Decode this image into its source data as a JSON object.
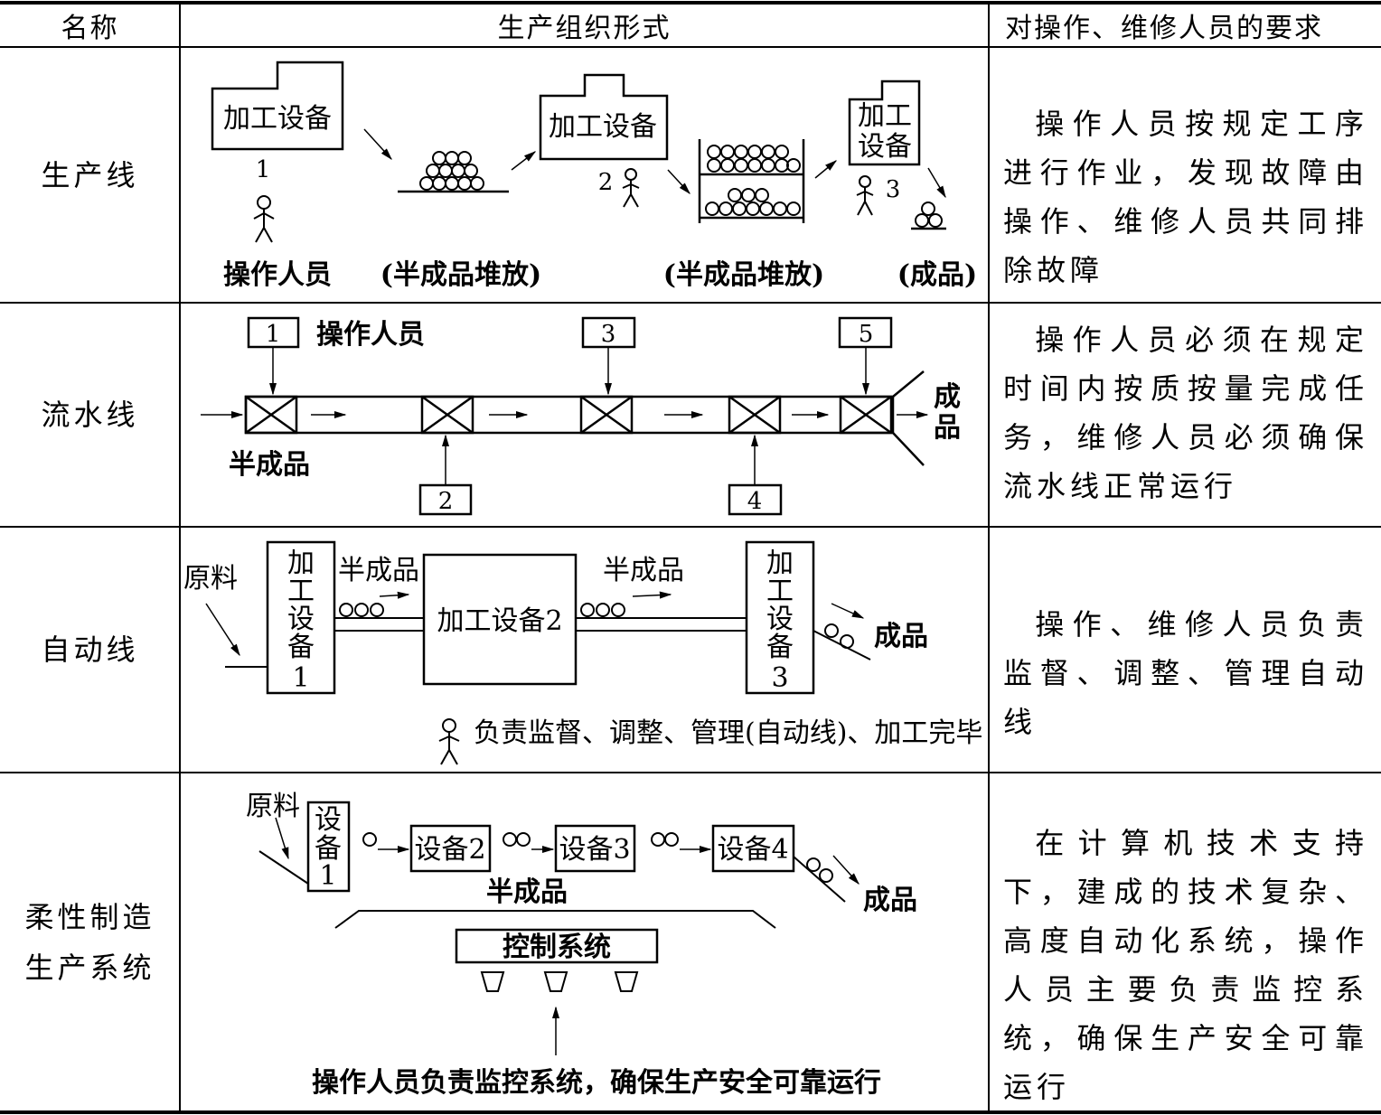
{
  "table": {
    "headers": {
      "name": "名称",
      "form": "生产组织形式",
      "requirement": "对操作、维修人员的要求"
    },
    "rows": [
      {
        "name": [
          "生产线"
        ],
        "requirement": "操作人员按规定工序进行作业，发现故障由操作、维修人员共同排除故障",
        "diagram": {
          "equipment": "加工设备",
          "equipment_stacked": [
            "加工",
            "设备"
          ],
          "worker_numbers": [
            "1",
            "2",
            "3"
          ],
          "operator": "操作人员",
          "wip_storage": "(半成品堆放)",
          "finished": "(成品)"
        }
      },
      {
        "name": [
          "流水线"
        ],
        "requirement": "操作人员必须在规定时间内按质按量完成任务，维修人员必须确保流水线正常运行",
        "diagram": {
          "station_numbers": [
            "1",
            "2",
            "3",
            "4",
            "5"
          ],
          "operator": "操作人员",
          "input": "半成品",
          "output": [
            "成",
            "品"
          ]
        }
      },
      {
        "name": [
          "自动线"
        ],
        "requirement": "操作、维修人员负责监督、调整、管理自动线",
        "diagram": {
          "raw_material": "原料",
          "machine1": [
            "加",
            "工",
            "设",
            "备",
            "1"
          ],
          "machine2": "加工设备2",
          "machine3": [
            "加",
            "工",
            "设",
            "备",
            "3"
          ],
          "semi_product": "半成品",
          "output": "成品",
          "note": "负责监督、调整、管理(自动线)、加工完毕"
        }
      },
      {
        "name": [
          "柔性制造",
          "生产系统"
        ],
        "requirement": "在计算机技术支持下，建成的技术复杂、高度自动化系统，操作人员主要负责监控系统，确保生产安全可靠运行",
        "diagram": {
          "raw_material": "原料",
          "device1": [
            "设",
            "备",
            "1"
          ],
          "device2": "设备2",
          "device3": "设备3",
          "device4": "设备4",
          "semi_product": "半成品",
          "output": "成品",
          "control": "控制系统",
          "note": "操作人员负责监控系统，确保生产安全可靠运行"
        }
      }
    ]
  }
}
